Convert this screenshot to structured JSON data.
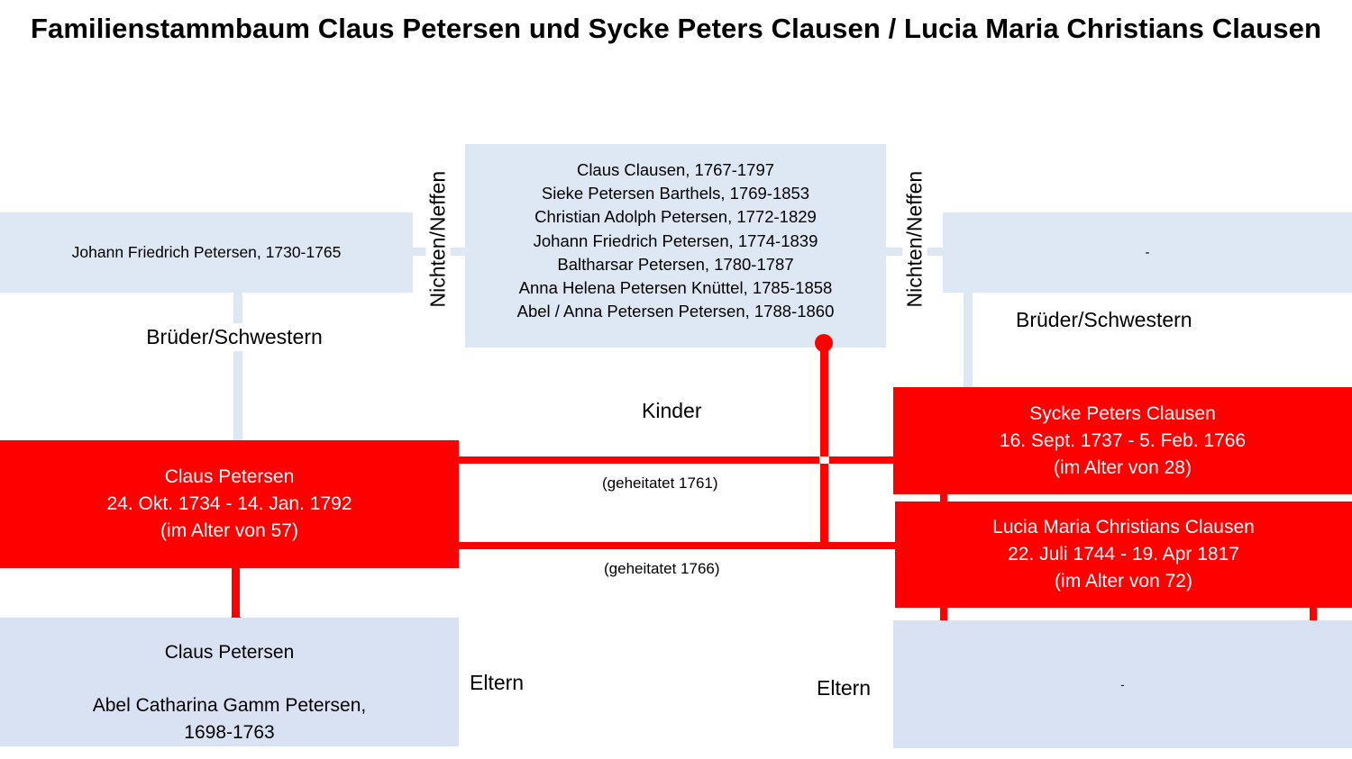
{
  "title": "Familienstammbaum Claus Petersen und Sycke Peters Clausen / Lucia Maria Christians Clausen",
  "left_sibling": {
    "text": "Johann Friedrich Petersen, 1730-1765"
  },
  "right_sibling": {
    "text": "-"
  },
  "labels": {
    "siblings_left": "Brüder/Schwestern",
    "siblings_right": "Brüder/Schwestern",
    "nieces_left": "Nichten/Neffen",
    "nieces_right": "Nichten/Neffen",
    "children": "Kinder",
    "married_1": "(geheitatet 1761)",
    "married_2": "(geheitatet 1766)",
    "parents_left": "Eltern",
    "parents_right": "Eltern"
  },
  "children": [
    "Claus Clausen, 1767-1797",
    "Sieke Petersen Barthels, 1769-1853",
    "Christian Adolph Petersen, 1772-1829",
    "Johann Friedrich Petersen, 1774-1839",
    "Baltharsar Petersen, 1780-1787",
    "Anna Helena Petersen Knüttel, 1785-1858",
    "Abel / Anna Petersen Petersen, 1788-1860"
  ],
  "main_person": {
    "name": "Claus Petersen",
    "dates": "24. Okt. 1734 - 14. Jan. 1792",
    "age": "(im Alter von 57)"
  },
  "spouse_1": {
    "name": "Sycke Peters Clausen",
    "dates": "16. Sept. 1737 - 5. Feb. 1766",
    "age": "(im Alter von 28)"
  },
  "spouse_2": {
    "name": "Lucia Maria Christians Clausen",
    "dates": "22. Juli 1744 - 19. Apr 1817",
    "age": "(im Alter von 72)"
  },
  "parents_left": {
    "father": "Claus Petersen",
    "mother_line1": "Abel Catharina Gamm Petersen,",
    "mother_line2": "1698-1763"
  },
  "parents_right": {
    "text": "-"
  },
  "colors": {
    "red": "#ff0000",
    "light_blue": "#dde8f4",
    "light_blue_2": "#d9e2f2"
  }
}
